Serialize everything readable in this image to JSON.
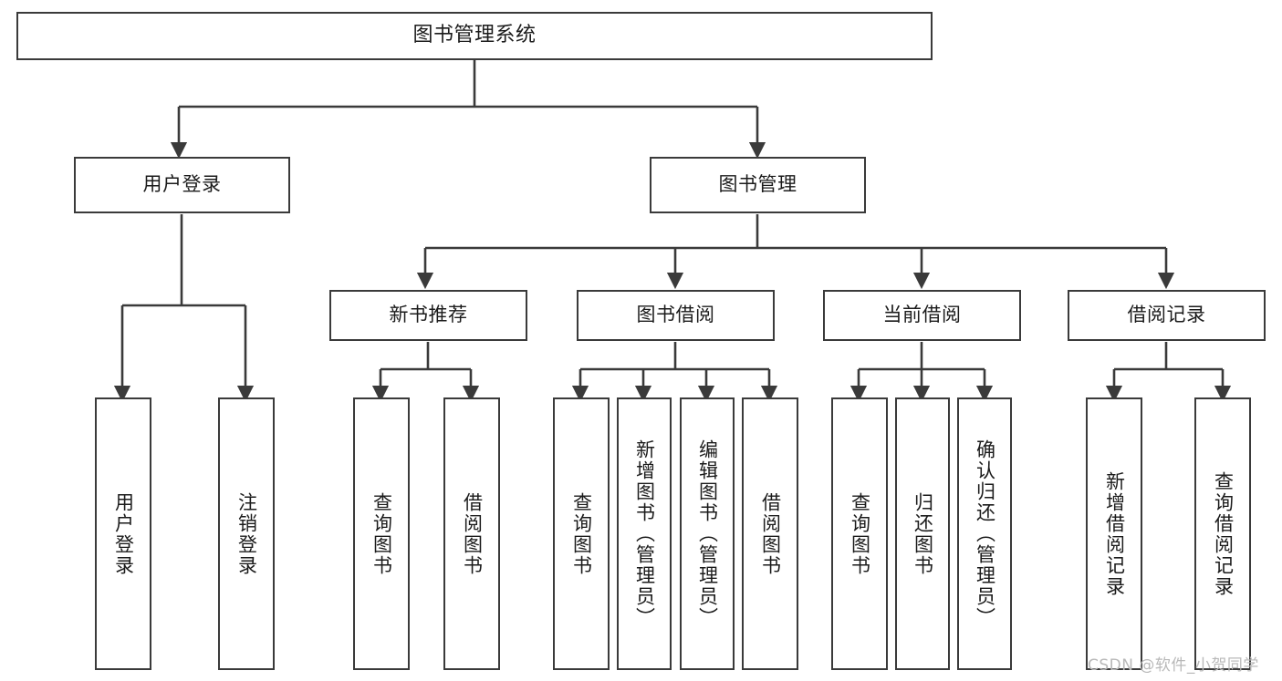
{
  "diagram": {
    "title": "图书管理系统",
    "type": "tree-hierarchy",
    "watermark": "CSDN @软件_小贺同学",
    "colors": {
      "stroke": "#3a3a3a",
      "fill": "#ffffff",
      "text": "#1b1b1b",
      "watermark": "#b9b9b9",
      "background": "#ffffff"
    },
    "nodes": {
      "root": {
        "label": "图书管理系统"
      },
      "level2": [
        {
          "id": "user-login",
          "label": "用户登录"
        },
        {
          "id": "book-manage",
          "label": "图书管理"
        }
      ],
      "level3": [
        {
          "id": "new-book-recommend",
          "label": "新书推荐"
        },
        {
          "id": "book-borrow",
          "label": "图书借阅"
        },
        {
          "id": "current-borrow",
          "label": "当前借阅"
        },
        {
          "id": "borrow-record",
          "label": "借阅记录"
        }
      ],
      "leaves": {
        "user_login": [
          {
            "id": "leaf-user-login",
            "label": "用户登录"
          },
          {
            "id": "leaf-logout-login",
            "label": "注销登录"
          }
        ],
        "new_book_recommend": [
          {
            "id": "leaf-query-book-1",
            "label": "查询图书"
          },
          {
            "id": "leaf-borrow-book-1",
            "label": "借阅图书"
          }
        ],
        "book_borrow": [
          {
            "id": "leaf-query-book-2",
            "label": "查询图书"
          },
          {
            "id": "leaf-add-book",
            "label": "新增图书（管理员）"
          },
          {
            "id": "leaf-edit-book",
            "label": "编辑图书（管理员）"
          },
          {
            "id": "leaf-borrow-book-2",
            "label": "借阅图书"
          }
        ],
        "current_borrow": [
          {
            "id": "leaf-query-book-3",
            "label": "查询图书"
          },
          {
            "id": "leaf-return-book",
            "label": "归还图书"
          },
          {
            "id": "leaf-confirm-return",
            "label": "确认归还（管理员）"
          }
        ],
        "borrow_record": [
          {
            "id": "leaf-add-record",
            "label": "新增借阅记录"
          },
          {
            "id": "leaf-query-record",
            "label": "查询借阅记录"
          }
        ]
      }
    },
    "edges": [
      {
        "from": "图书管理系统",
        "to": "用户登录"
      },
      {
        "from": "图书管理系统",
        "to": "图书管理"
      },
      {
        "from": "用户登录",
        "to": "用户登录"
      },
      {
        "from": "用户登录",
        "to": "注销登录"
      },
      {
        "from": "图书管理",
        "to": "新书推荐"
      },
      {
        "from": "图书管理",
        "to": "图书借阅"
      },
      {
        "from": "图书管理",
        "to": "当前借阅"
      },
      {
        "from": "图书管理",
        "to": "借阅记录"
      },
      {
        "from": "新书推荐",
        "to": "查询图书"
      },
      {
        "from": "新书推荐",
        "to": "借阅图书"
      },
      {
        "from": "图书借阅",
        "to": "查询图书"
      },
      {
        "from": "图书借阅",
        "to": "新增图书（管理员）"
      },
      {
        "from": "图书借阅",
        "to": "编辑图书（管理员）"
      },
      {
        "from": "图书借阅",
        "to": "借阅图书"
      },
      {
        "from": "当前借阅",
        "to": "查询图书"
      },
      {
        "from": "当前借阅",
        "to": "归还图书"
      },
      {
        "from": "当前借阅",
        "to": "确认归还（管理员）"
      },
      {
        "from": "借阅记录",
        "to": "新增借阅记录"
      },
      {
        "from": "借阅记录",
        "to": "查询借阅记录"
      }
    ]
  }
}
